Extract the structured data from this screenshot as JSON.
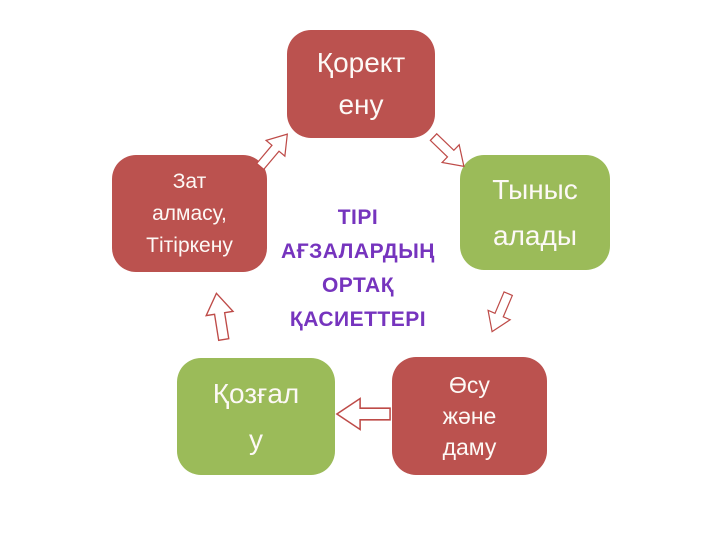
{
  "diagram": {
    "background": "#ffffff",
    "colors": {
      "red_box": "#BB524F",
      "green_box": "#9BBB59",
      "box_text": "#FDF9F6",
      "title_purple": "#7634BE",
      "arrow_fill": "#FFFFFF",
      "arrow_stroke": "#BE4B48"
    },
    "center_title": {
      "lines": [
        "ТІРІ",
        "АҒЗАЛАРДЫҢ",
        "ОРТАҚ",
        "ҚАСИЕТТЕРІ"
      ]
    },
    "boxes": {
      "top": {
        "lines": [
          "Қорект",
          "ену"
        ]
      },
      "left": {
        "lines": [
          "Зат",
          "алмасу,",
          "Тітіркену"
        ]
      },
      "right": {
        "lines": [
          "Тыныс",
          "алады"
        ]
      },
      "bottom_left": {
        "lines": [
          "Қозғал",
          "у"
        ]
      },
      "bottom_right": {
        "lines": [
          "Өсу",
          "және",
          "даму"
        ]
      }
    },
    "arrows": [
      {
        "name": "arrow-left-to-top",
        "direction": "up-right"
      },
      {
        "name": "arrow-top-to-right",
        "direction": "down-right"
      },
      {
        "name": "arrow-right-to-bottom-right",
        "direction": "down-left"
      },
      {
        "name": "arrow-bottom-right-to-bottom-left",
        "direction": "left"
      },
      {
        "name": "arrow-bottom-left-to-left",
        "direction": "up"
      }
    ]
  }
}
